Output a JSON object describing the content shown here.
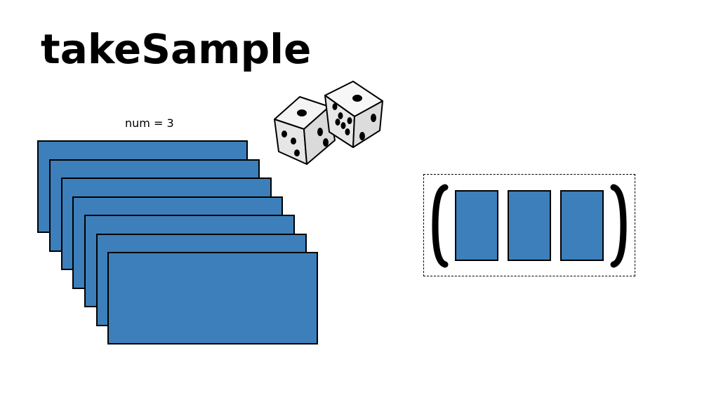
{
  "title": "takeSample",
  "param": {
    "label": "num = 3"
  },
  "input_cards_count": 7,
  "output_cards_count": 3,
  "colors": {
    "card_fill": "#3d7fba",
    "outline": "#000000",
    "background": "#ffffff"
  },
  "icons": {
    "dice": "dice-icon"
  }
}
